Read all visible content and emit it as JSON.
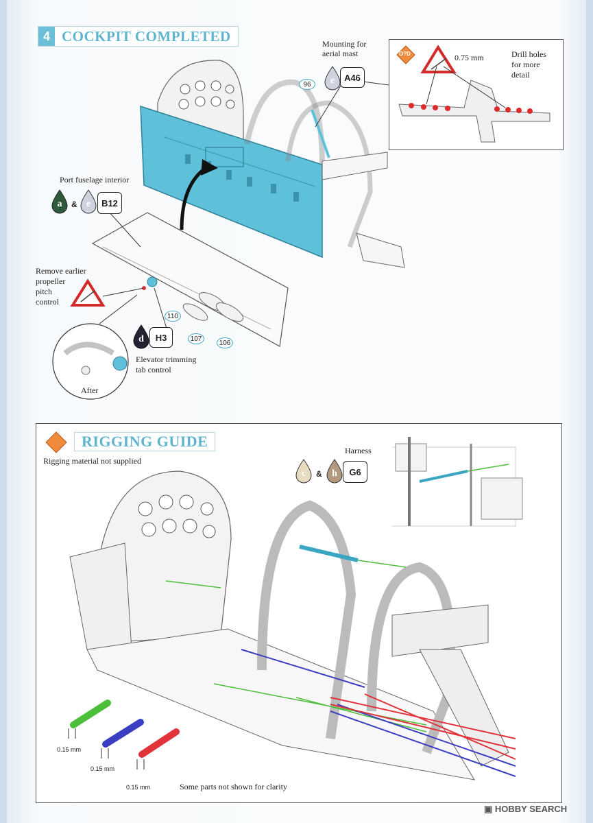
{
  "step": {
    "number": "4",
    "title": "COCKPIT COMPLETED"
  },
  "mounting": {
    "label_line1": "Mounting for",
    "label_line2": "aerial mast",
    "paint": "e",
    "part": "A46",
    "callout": "96"
  },
  "inset": {
    "measure": "0.75 mm",
    "note_line1": "Drill holes",
    "note_line2": "for more",
    "note_line3": "detail"
  },
  "port": {
    "label": "Port fuselage interior",
    "paint_a": "a",
    "amp": "&",
    "paint_e": "e",
    "part": "B12"
  },
  "remove": {
    "line1": "Remove earlier",
    "line2": "propeller",
    "line3": "pitch",
    "line4": "control"
  },
  "after_label": "After",
  "elevator": {
    "paint": "d",
    "part": "H3",
    "line1": "Elevator trimming",
    "line2": "tab control"
  },
  "callouts": {
    "c110": "110",
    "c107": "107",
    "c106": "106"
  },
  "rigging": {
    "title": "RIGGING GUIDE",
    "note": "Rigging material not supplied",
    "harness": "Harness",
    "paint_c": "c",
    "amp": "&",
    "paint_h": "h",
    "part": "G6",
    "mm1": "0.15 mm",
    "mm2": "0.15 mm",
    "mm3": "0.15 mm",
    "footnote": "Some parts not shown for clarity"
  },
  "footer": {
    "brand": "HOBBY SEARCH"
  },
  "colors": {
    "accent": "#5fb4cf",
    "cockpit_blue": "#5fc0da",
    "paint_a": "#2e5a3c",
    "paint_e": "#cfd3e0",
    "paint_d": "#222233",
    "paint_c": "#e8dcc0",
    "paint_h": "#b39a7f",
    "rig_green": "#4cbf3a",
    "rig_blue": "#3a3ec0",
    "rig_red": "#e0333a"
  }
}
